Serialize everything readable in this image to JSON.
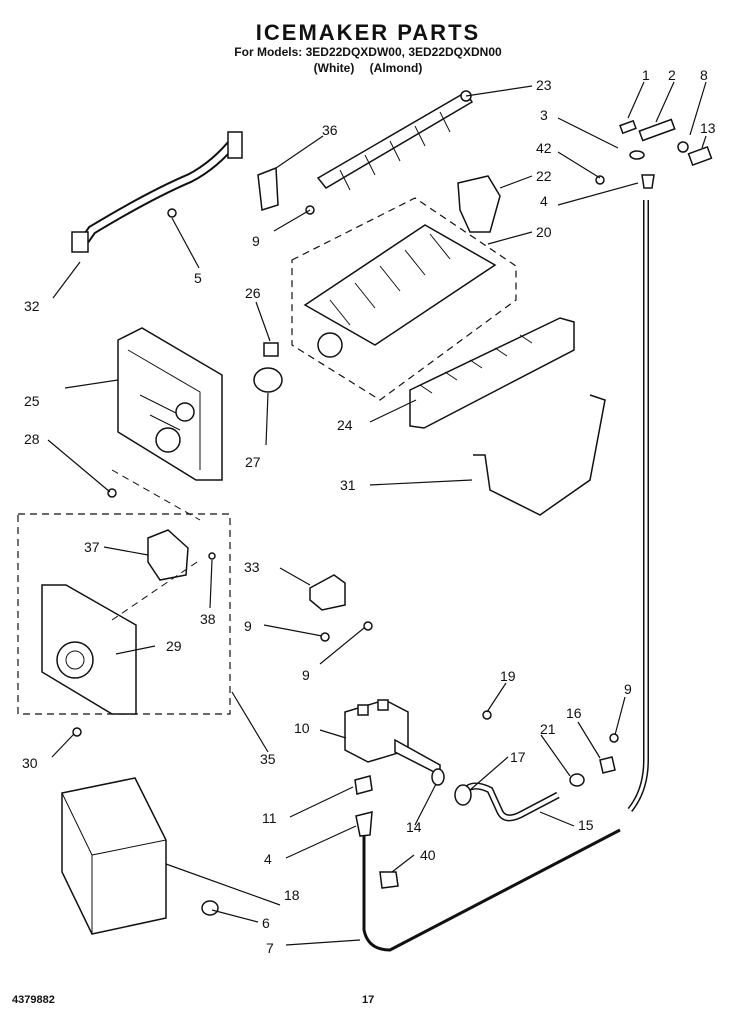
{
  "header": {
    "title": "ICEMAKER PARTS",
    "models": "For Models: 3ED22DQXDW00, 3ED22DQXDN00",
    "variant_1": "(White)",
    "variant_2": "(Almond)"
  },
  "footer": {
    "doc_number": "4379882",
    "page_number": "17"
  },
  "callouts": {
    "c1": "1",
    "c2": "2",
    "c8": "8",
    "c3": "3",
    "c13": "13",
    "c42": "42",
    "c4a": "4",
    "c23": "23",
    "c22": "22",
    "c20": "20",
    "c36": "36",
    "c9a": "9",
    "c5": "5",
    "c32": "32",
    "c26": "26",
    "c25": "25",
    "c28": "28",
    "c27": "27",
    "c24": "24",
    "c31": "31",
    "c37": "37",
    "c38": "38",
    "c29": "29",
    "c33": "33",
    "c9b": "9",
    "c9c": "9",
    "c30": "30",
    "c35": "35",
    "c19": "19",
    "c10": "10",
    "c9d": "9",
    "c21": "21",
    "c16": "16",
    "c17": "17",
    "c11": "11",
    "c14": "14",
    "c15": "15",
    "c4b": "4",
    "c40": "40",
    "c18": "18",
    "c6": "6",
    "c7": "7"
  }
}
